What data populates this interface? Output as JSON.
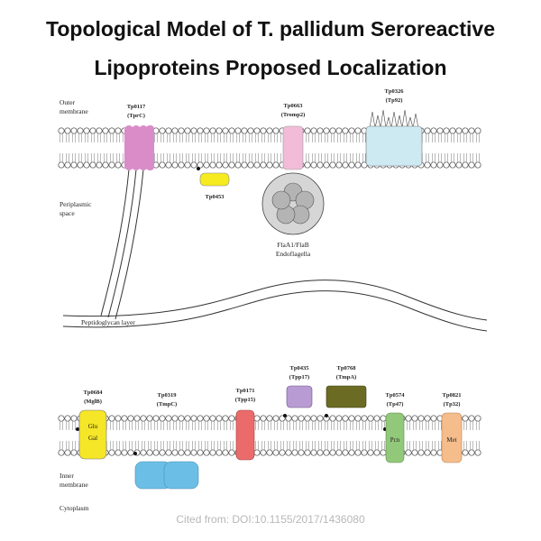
{
  "title_line1": "Topological Model of T. pallidum Seroreactive",
  "title_line2": "Lipoproteins Proposed Localization",
  "regions": {
    "outer_membrane": [
      "Outer",
      "membrane"
    ],
    "periplasmic_space": [
      "Periplasmic",
      "space"
    ],
    "peptidoglycan": "Peptidoglycan layer",
    "inner_membrane": [
      "Inner",
      "membrane"
    ],
    "cytoplasm": "Cytoplasm"
  },
  "proteins": {
    "tp0117": {
      "id": "Tp0117",
      "alias": "(TprC)",
      "color": "#d98cc8"
    },
    "tp0663": {
      "id": "Tp0663",
      "alias": "(Tromp2)",
      "color": "#f2bcd8"
    },
    "tp0326": {
      "id": "Tp0326",
      "alias": "(Tp92)",
      "color": "#cde9f2"
    },
    "tp0453": {
      "id": "Tp0453",
      "color": "#f5eb1e"
    },
    "flagella": {
      "line1": "FlaA1/FlaB",
      "line2": "Endoflagella",
      "color": "#d6d6d6"
    },
    "tp0684": {
      "id": "Tp0684",
      "alias": "(MglB)",
      "inner1": "Glu",
      "inner2": "Gal",
      "color": "#f5e628"
    },
    "tp0319": {
      "id": "Tp0319",
      "alias": "(TmpC)",
      "color": "#6bbfe6"
    },
    "tp0171": {
      "id": "Tp0171",
      "alias": "(Tpp15)",
      "color": "#eb6b6b"
    },
    "tp0435": {
      "id": "Tp0435",
      "alias": "(Tpp17)",
      "color": "#b99bd3"
    },
    "tp0768": {
      "id": "Tp0768",
      "alias": "(TmpA)",
      "color": "#6b6b24"
    },
    "tp0574": {
      "id": "Tp0574",
      "alias": "(Tp47)",
      "inner": "Pcn",
      "color": "#92c879"
    },
    "tp0821": {
      "id": "Tp0821",
      "alias": "(Tp32)",
      "inner": "Met",
      "color": "#f5bd8c"
    }
  },
  "citation": "Cited from:  DOI:10.1155/2017/1436080"
}
